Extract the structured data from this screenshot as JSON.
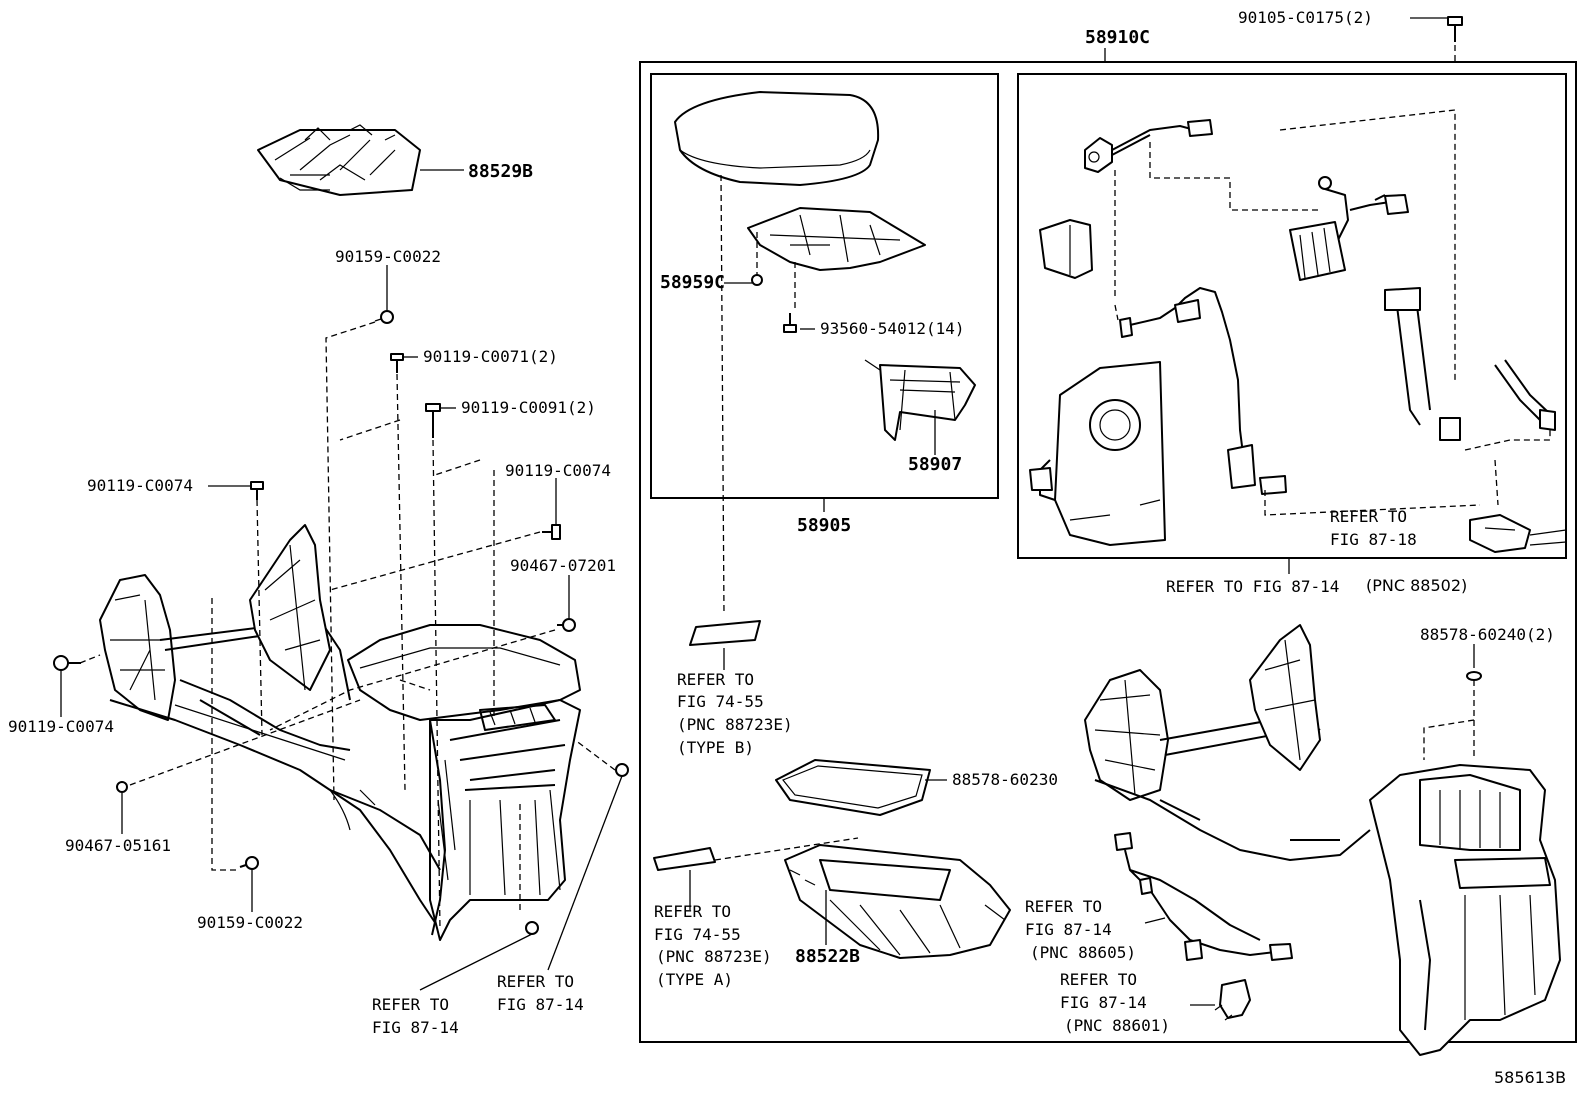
{
  "diagram": {
    "figure_id": "585613B",
    "assembly_label": "58910C",
    "labels": {
      "p88529B": "88529B",
      "p90159_top": "90159-C0022",
      "p90119_0071": "90119-C0071(2)",
      "p90119_0091": "90119-C0091(2)",
      "p90119_0074_right": "90119-C0074",
      "p90119_0074_left": "90119-C0074",
      "p90467_07201": "90467-07201",
      "p90119_0074_bottom": "90119-C0074",
      "p90467_05161": "90467-05161",
      "p90159_bottom": "90159-C0022",
      "refer_87_14_a_line1": "REFER TO",
      "refer_87_14_a_line2": "FIG 87-14",
      "refer_87_14_b_line1": "REFER TO",
      "refer_87_14_b_line2": "FIG 87-14",
      "p58959C": "58959C",
      "p93560": "93560-54012(14)",
      "p58907": "58907",
      "p58905": "58905",
      "refer_74_55_b_line1": "REFER TO",
      "refer_74_55_b_line2": "FIG 74-55",
      "refer_74_55_b_line3": "(PNC 88723E)",
      "refer_74_55_b_line4": "(TYPE B)",
      "p88578_60230": "88578-60230",
      "refer_74_55_a_line1": "REFER TO",
      "refer_74_55_a_line2": "FIG 74-55",
      "refer_74_55_a_line3": "(PNC 88723E)",
      "refer_74_55_a_line4": "(TYPE A)",
      "p88522B": "88522B",
      "p90105": "90105-C0175(2)",
      "refer_87_18_line1": "REFER TO",
      "refer_87_18_line2": "FIG 87-18",
      "refer_87_14_pnc88502": "REFER TO FIG 87-14",
      "pnc88502": "(PNC 88502)",
      "p88578_60240": "88578-60240(2)",
      "refer_88605_line1": "REFER TO",
      "refer_88605_line2": "FIG 87-14",
      "refer_88605_line3": "(PNC 88605)",
      "refer_88601_line1": "REFER TO",
      "refer_88601_line2": "FIG 87-14",
      "refer_88601_line3": "(PNC 88601)"
    }
  }
}
